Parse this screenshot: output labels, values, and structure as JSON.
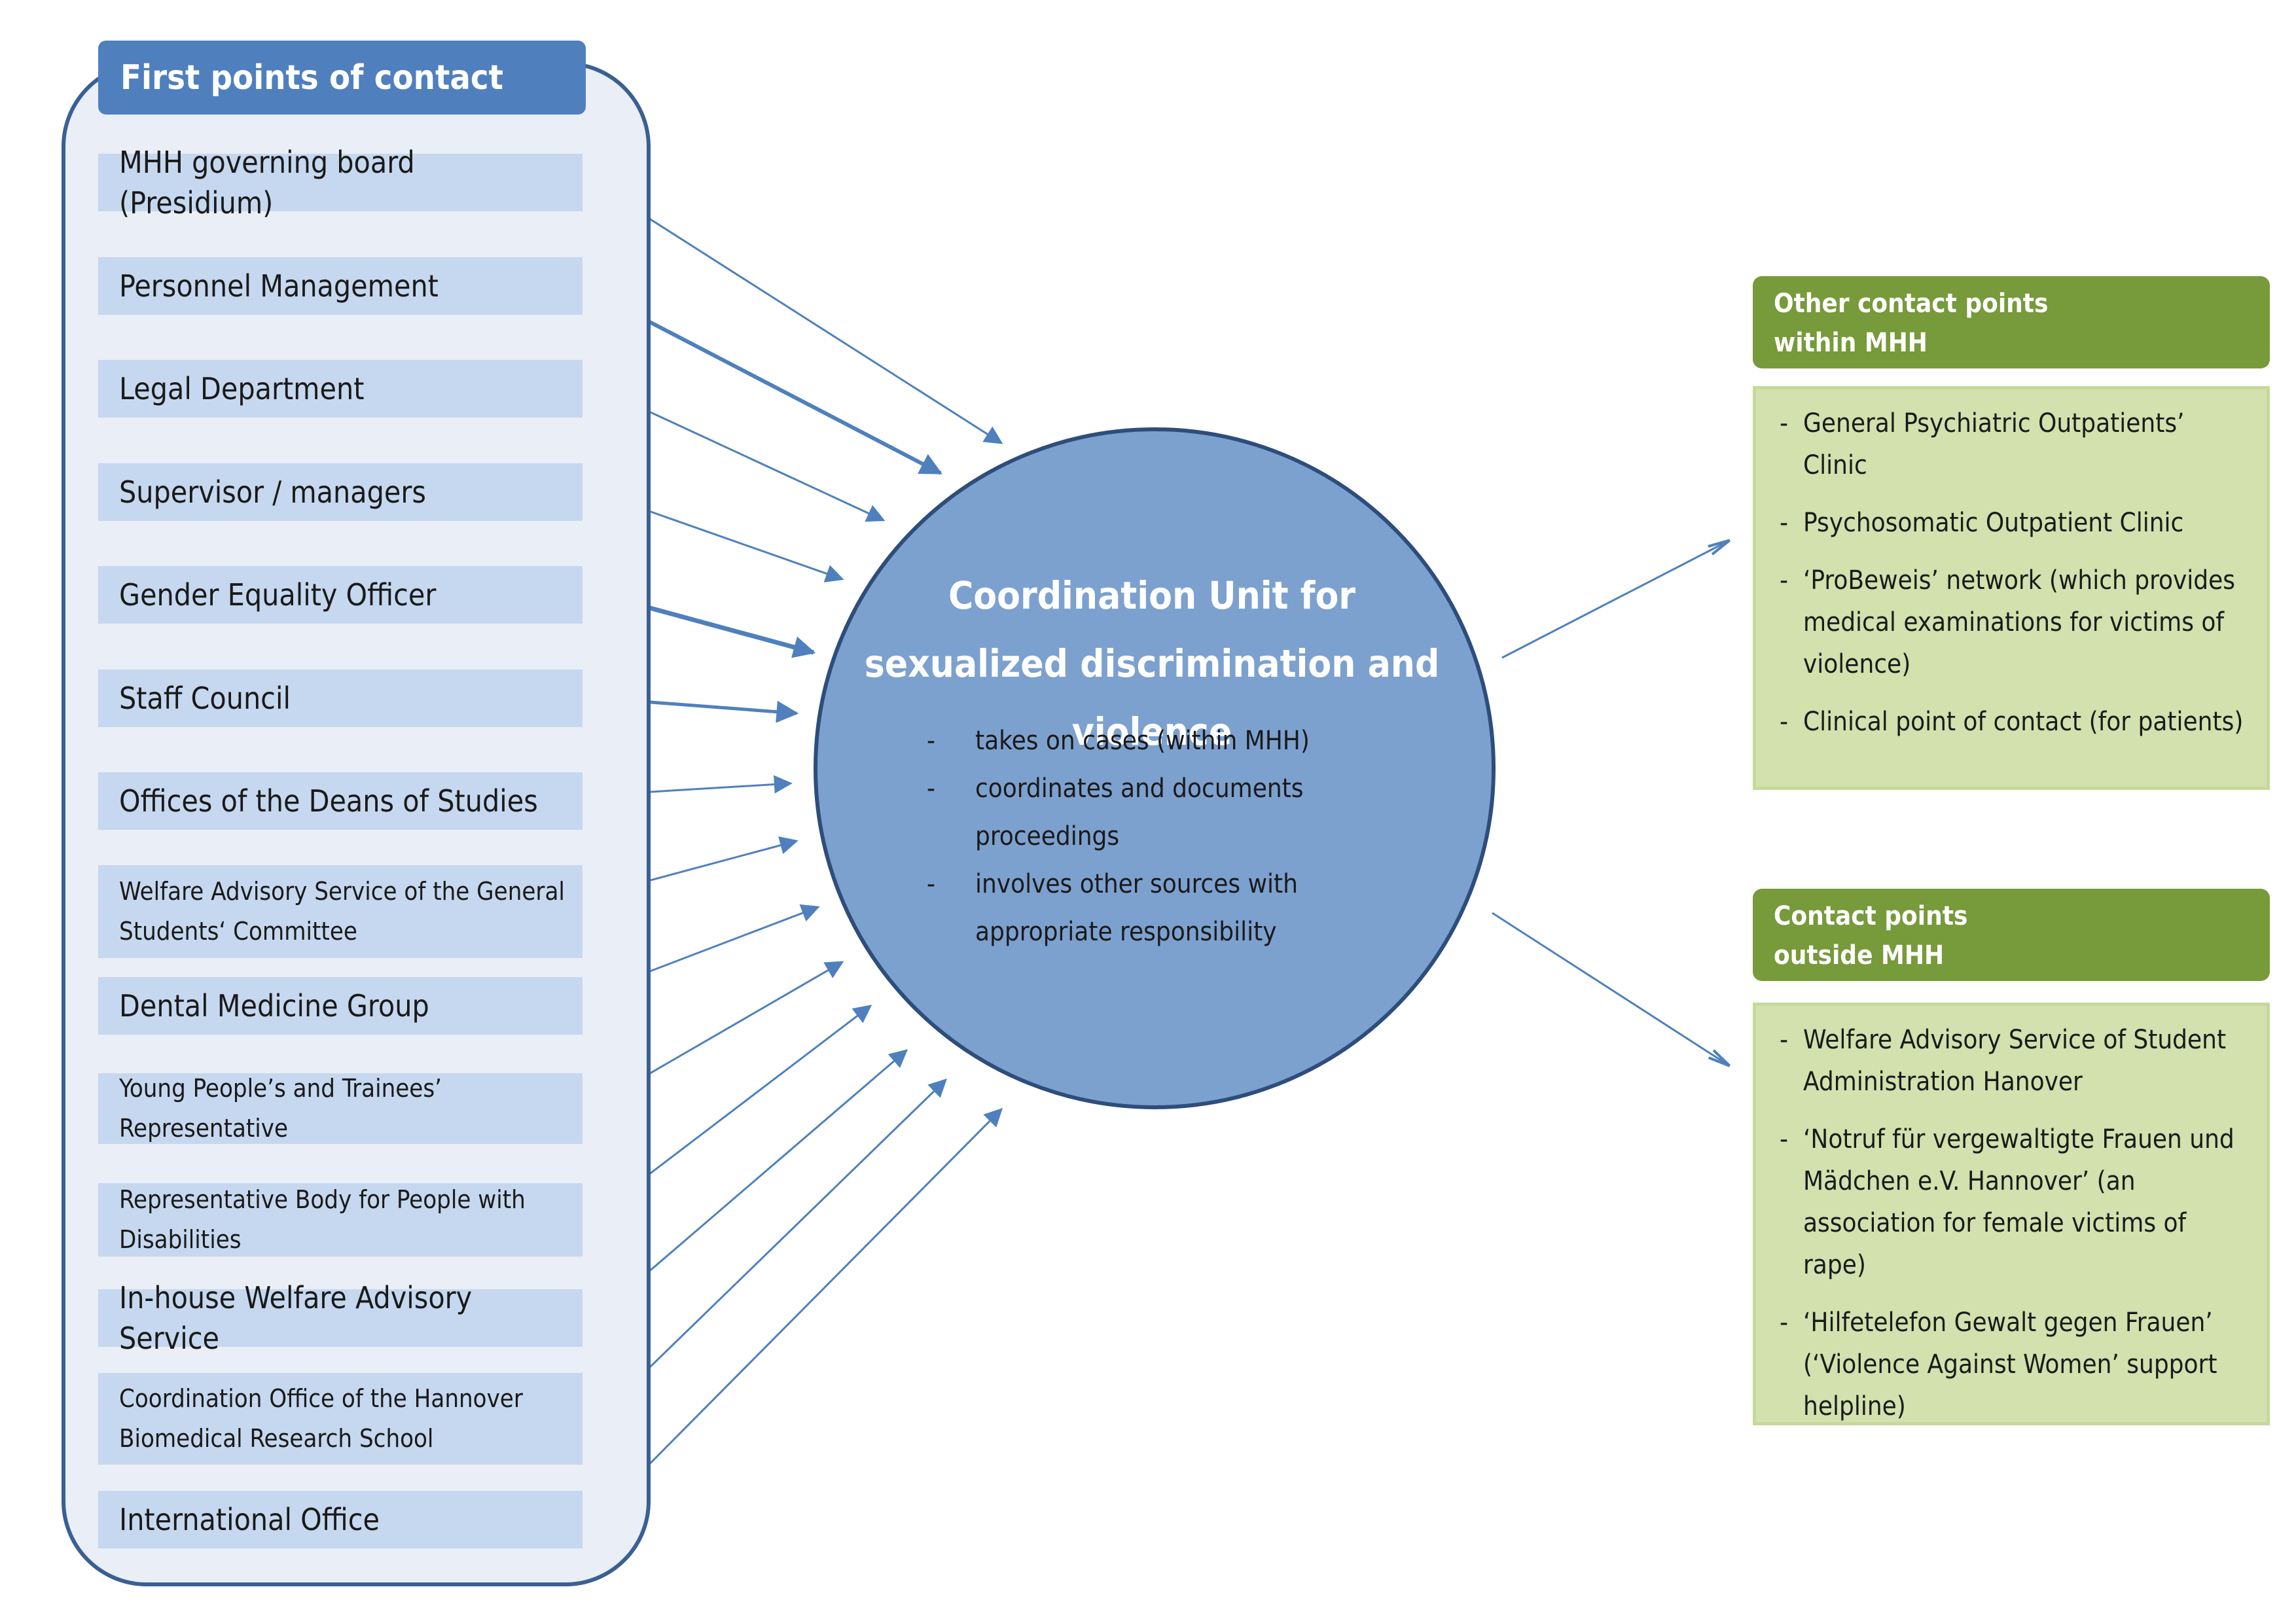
{
  "left_panel": {
    "header": "First points of contact",
    "items": [
      "MHH governing board (Presidium)",
      "Personnel Management",
      "Legal Department",
      "Supervisor / managers",
      "Gender Equality Officer",
      "Staff Council",
      "Offices of the Deans of Studies",
      "Welfare Advisory Service of the General Students‘ Committee",
      "Dental Medicine Group",
      "Young People’s and Trainees’ Representative",
      "Representative Body for People with Disabilities",
      "In-house Welfare Advisory Service",
      "Coordination Office of the Hannover Biomedical Research School",
      "International Office"
    ]
  },
  "center_unit": {
    "title": "Coordination Unit for sexualized discrimination and violence",
    "bullets": [
      "takes on cases (within MHH)",
      "coordinates and documents proceedings",
      "involves other sources with appropriate responsibility"
    ]
  },
  "within_mhh": {
    "header_line1": "Other contact points",
    "header_line2": "within MHH",
    "items": [
      "General Psychiatric Outpatients’ Clinic",
      "Psychosomatic Outpatient Clinic",
      "‘ProBeweis’ network (which provides medical examinations for victims of violence)",
      "Clinical point of contact (for patients)"
    ]
  },
  "outside_mhh": {
    "header_line1": "Contact points",
    "header_line2": "outside MHH",
    "items": [
      "Welfare Advisory Service of Student Administration Hanover",
      "‘Notruf für vergewaltigte Frauen und Mädchen e.V. Hannover’ (an association for female victims of rape)",
      "‘Hilfetelefon Gewalt gegen Frauen’ (‘Violence Against Women’ support helpline)"
    ]
  },
  "colors": {
    "left_panel_border": "#3a5f93",
    "left_header": "#4f80bd",
    "contact_box": "#c6d8ef",
    "hub_fill": "#7ca1cf",
    "arrow": "#4f80bd",
    "right_header": "#779a3a",
    "right_box": "#d2e1ad"
  }
}
